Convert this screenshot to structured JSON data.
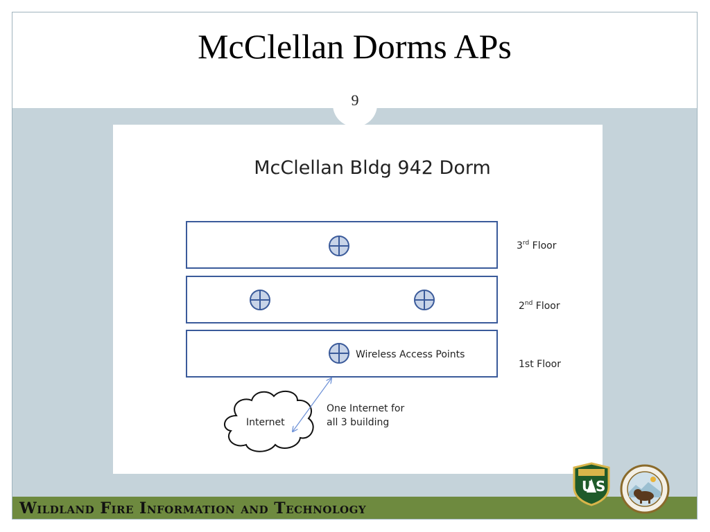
{
  "slide": {
    "title": "McClellan Dorms APs",
    "page_number": "9"
  },
  "diagram": {
    "title": "McClellan Bldg 942 Dorm",
    "floors": [
      {
        "ord": "3",
        "sup": "rd",
        "rest": " Floor"
      },
      {
        "ord": "2",
        "sup": "nd",
        "rest": " Floor"
      },
      {
        "ord": "1st Floor",
        "sup": "",
        "rest": ""
      }
    ],
    "ap_label": "Wireless Access Points",
    "cloud_label": "Internet",
    "note_line1": "One Internet for",
    "note_line2": "all 3 building"
  },
  "footer": {
    "org_name": "Wildland Fire Information and Technology"
  },
  "logos": {
    "forest_service_emblem": "US Forest Service shield",
    "interior_emblem": "Department of the Interior seal"
  },
  "colors": {
    "background": "#c5d3da",
    "footer_green": "#6e8a3f",
    "box_stroke": "#3a5a9a",
    "ap_fill": "#c8d4e8",
    "arrow": "#6b8fd6"
  }
}
